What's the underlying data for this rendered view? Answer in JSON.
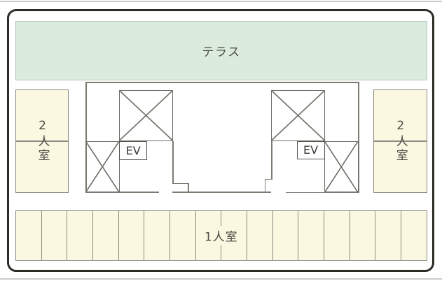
{
  "floorplan": {
    "terrace_label": "テラス",
    "room_left_label": "2人室",
    "room_right_label": "2人室",
    "elevator_left_label": "EV",
    "elevator_right_label": "EV",
    "single_room_label": "1人室",
    "single_room_cell_count": 16
  },
  "colors": {
    "terrace-green": "#dbecdd",
    "terrace-border": "#b7c6b9",
    "room-cream": "#fbf8e2",
    "room-border": "#8b8980",
    "wall-gray": "#7d7a72",
    "x-line": "#6f6d65",
    "ev-border": "#55534c",
    "frame-dark": "#2e2b27",
    "page-rule": "#cbcbcb",
    "text-dark": "#4e4c45"
  }
}
